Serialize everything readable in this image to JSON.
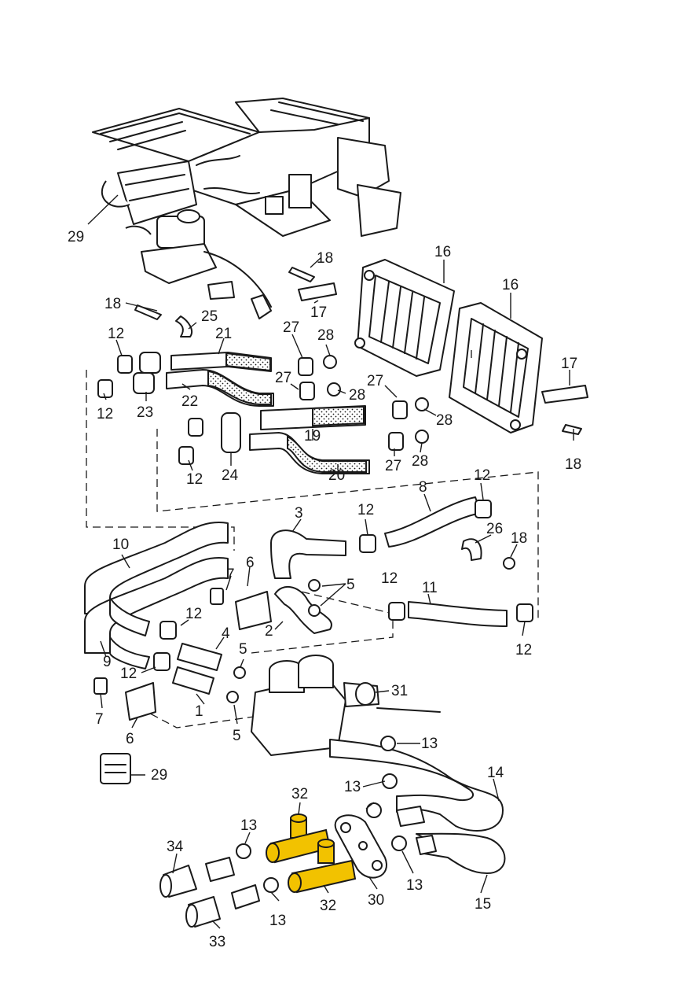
{
  "diagram": {
    "highlight_color": "#f2c200",
    "line_color": "#1a1a1a",
    "background": "#ffffff",
    "callouts": [
      {
        "id": "c29a",
        "text": "29"
      },
      {
        "id": "c18a",
        "text": "18"
      },
      {
        "id": "c16a",
        "text": "16"
      },
      {
        "id": "c16b",
        "text": "16"
      },
      {
        "id": "c18b",
        "text": "18"
      },
      {
        "id": "c25",
        "text": "25"
      },
      {
        "id": "c17a",
        "text": "17"
      },
      {
        "id": "c12a",
        "text": "12"
      },
      {
        "id": "c21",
        "text": "21"
      },
      {
        "id": "c27a",
        "text": "27"
      },
      {
        "id": "c28a",
        "text": "28"
      },
      {
        "id": "c17b",
        "text": "17"
      },
      {
        "id": "c27b",
        "text": "27"
      },
      {
        "id": "c28b",
        "text": "28"
      },
      {
        "id": "c27c",
        "text": "27"
      },
      {
        "id": "c12b",
        "text": "12"
      },
      {
        "id": "c23",
        "text": "23"
      },
      {
        "id": "c22",
        "text": "22"
      },
      {
        "id": "c28c",
        "text": "28"
      },
      {
        "id": "c19",
        "text": "19"
      },
      {
        "id": "c18c",
        "text": "18"
      },
      {
        "id": "c12c",
        "text": "12"
      },
      {
        "id": "c24",
        "text": "24"
      },
      {
        "id": "c20",
        "text": "20"
      },
      {
        "id": "c27d",
        "text": "27"
      },
      {
        "id": "c28d",
        "text": "28"
      },
      {
        "id": "c12d",
        "text": "12"
      },
      {
        "id": "c8",
        "text": "8"
      },
      {
        "id": "c3",
        "text": "3"
      },
      {
        "id": "c12e",
        "text": "12"
      },
      {
        "id": "c26",
        "text": "26"
      },
      {
        "id": "c18d",
        "text": "18"
      },
      {
        "id": "c10",
        "text": "10"
      },
      {
        "id": "c7a",
        "text": "7"
      },
      {
        "id": "c6a",
        "text": "6"
      },
      {
        "id": "c5a",
        "text": "5"
      },
      {
        "id": "c12f",
        "text": "12"
      },
      {
        "id": "c11",
        "text": "11"
      },
      {
        "id": "c12g",
        "text": "12"
      },
      {
        "id": "c2",
        "text": "2"
      },
      {
        "id": "c4",
        "text": "4"
      },
      {
        "id": "c12h",
        "text": "12"
      },
      {
        "id": "c9",
        "text": "9"
      },
      {
        "id": "c5b",
        "text": "5"
      },
      {
        "id": "c12i",
        "text": "12"
      },
      {
        "id": "c31",
        "text": "31"
      },
      {
        "id": "c7b",
        "text": "7"
      },
      {
        "id": "c1",
        "text": "1"
      },
      {
        "id": "c6b",
        "text": "6"
      },
      {
        "id": "c5c",
        "text": "5"
      },
      {
        "id": "c13a",
        "text": "13"
      },
      {
        "id": "c29b",
        "text": "29"
      },
      {
        "id": "c14",
        "text": "14"
      },
      {
        "id": "c13b",
        "text": "13"
      },
      {
        "id": "c32a",
        "text": "32"
      },
      {
        "id": "c13c",
        "text": "13"
      },
      {
        "id": "c34",
        "text": "34"
      },
      {
        "id": "c13d",
        "text": "13"
      },
      {
        "id": "c30",
        "text": "30"
      },
      {
        "id": "c32b",
        "text": "32"
      },
      {
        "id": "c13e",
        "text": "13"
      },
      {
        "id": "c15",
        "text": "15"
      },
      {
        "id": "c33",
        "text": "33"
      }
    ]
  }
}
